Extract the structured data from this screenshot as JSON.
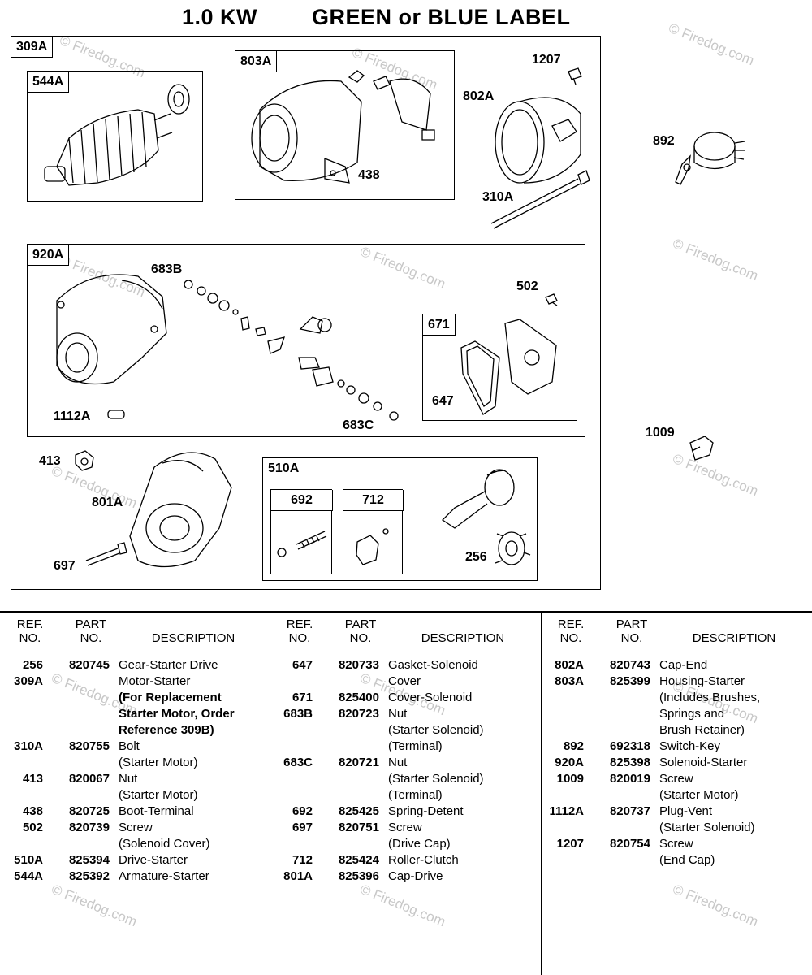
{
  "title": {
    "kw": "1.0 KW",
    "label": "GREEN or BLUE LABEL"
  },
  "watermark": "© Firedog.com",
  "boxes": {
    "b309A": "309A",
    "b544A": "544A",
    "b803A": "803A",
    "b920A": "920A",
    "b671": "671",
    "b510A": "510A",
    "b692": "692",
    "b712": "712"
  },
  "callouts": {
    "c1207": "1207",
    "c802A": "802A",
    "c892": "892",
    "c310A": "310A",
    "c438": "438",
    "c683B": "683B",
    "c502": "502",
    "c647": "647",
    "c1112A": "1112A",
    "c683C": "683C",
    "c1009": "1009",
    "c413": "413",
    "c801A": "801A",
    "c697": "697",
    "c256": "256"
  },
  "table": {
    "headers": {
      "ref": "REF.\nNO.",
      "part": "PART\nNO.",
      "desc": "DESCRIPTION"
    },
    "columns": [
      [
        {
          "ref": "256",
          "part": "820745",
          "desc": [
            "Gear-Starter Drive"
          ]
        },
        {
          "ref": "309A",
          "part": "",
          "desc": [
            "Motor-Starter"
          ],
          "bold_desc": [
            "(For Replacement",
            "Starter Motor, Order",
            "Reference 309B)"
          ]
        },
        {
          "ref": "310A",
          "part": "820755",
          "desc": [
            "Bolt",
            "(Starter Motor)"
          ]
        },
        {
          "ref": "413",
          "part": "820067",
          "desc": [
            "Nut",
            "(Starter Motor)"
          ]
        },
        {
          "ref": "438",
          "part": "820725",
          "desc": [
            "Boot-Terminal"
          ]
        },
        {
          "ref": "502",
          "part": "820739",
          "desc": [
            "Screw",
            "(Solenoid Cover)"
          ]
        },
        {
          "ref": "510A",
          "part": "825394",
          "desc": [
            "Drive-Starter"
          ]
        },
        {
          "ref": "544A",
          "part": "825392",
          "desc": [
            "Armature-Starter"
          ]
        }
      ],
      [
        {
          "ref": "647",
          "part": "820733",
          "desc": [
            "Gasket-Solenoid",
            "Cover"
          ]
        },
        {
          "ref": "671",
          "part": "825400",
          "desc": [
            "Cover-Solenoid"
          ]
        },
        {
          "ref": "683B",
          "part": "820723",
          "desc": [
            "Nut",
            "(Starter Solenoid)",
            "(Terminal)"
          ]
        },
        {
          "ref": "683C",
          "part": "820721",
          "desc": [
            "Nut",
            "(Starter Solenoid)",
            "(Terminal)"
          ]
        },
        {
          "ref": "692",
          "part": "825425",
          "desc": [
            "Spring-Detent"
          ]
        },
        {
          "ref": "697",
          "part": "820751",
          "desc": [
            "Screw",
            "(Drive Cap)"
          ]
        },
        {
          "ref": "712",
          "part": "825424",
          "desc": [
            "Roller-Clutch"
          ]
        },
        {
          "ref": "801A",
          "part": "825396",
          "desc": [
            "Cap-Drive"
          ]
        }
      ],
      [
        {
          "ref": "802A",
          "part": "820743",
          "desc": [
            "Cap-End"
          ]
        },
        {
          "ref": "803A",
          "part": "825399",
          "desc": [
            "Housing-Starter",
            "(Includes Brushes,",
            "Springs and",
            "Brush Retainer)"
          ]
        },
        {
          "ref": "892",
          "part": "692318",
          "desc": [
            "Switch-Key"
          ]
        },
        {
          "ref": "920A",
          "part": "825398",
          "desc": [
            "Solenoid-Starter"
          ]
        },
        {
          "ref": "1009",
          "part": "820019",
          "desc": [
            "Screw",
            "(Starter Motor)"
          ]
        },
        {
          "ref": "1112A",
          "part": "820737",
          "desc": [
            "Plug-Vent",
            "(Starter Solenoid)"
          ]
        },
        {
          "ref": "1207",
          "part": "820754",
          "desc": [
            "Screw",
            "(End Cap)"
          ]
        }
      ]
    ]
  }
}
